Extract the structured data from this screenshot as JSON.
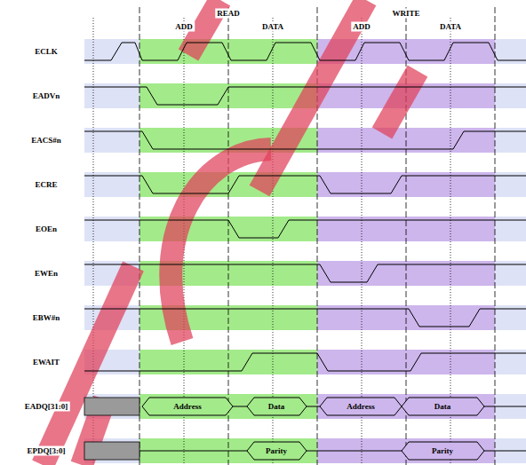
{
  "diagram": {
    "labels": [
      "READ",
      "WRITE",
      "ADD",
      "DATA",
      "ADD",
      "DATA",
      "ECLK",
      "EADVn",
      "EACS#n",
      "ECRE",
      "EOEn",
      "EWEn",
      "EBW#n",
      "EWAIT",
      "EADQ[31:0]",
      "EPDQ[3:0]",
      "Address",
      "Data",
      "Address",
      "Data",
      "Parity",
      "Parity"
    ]
  }
}
